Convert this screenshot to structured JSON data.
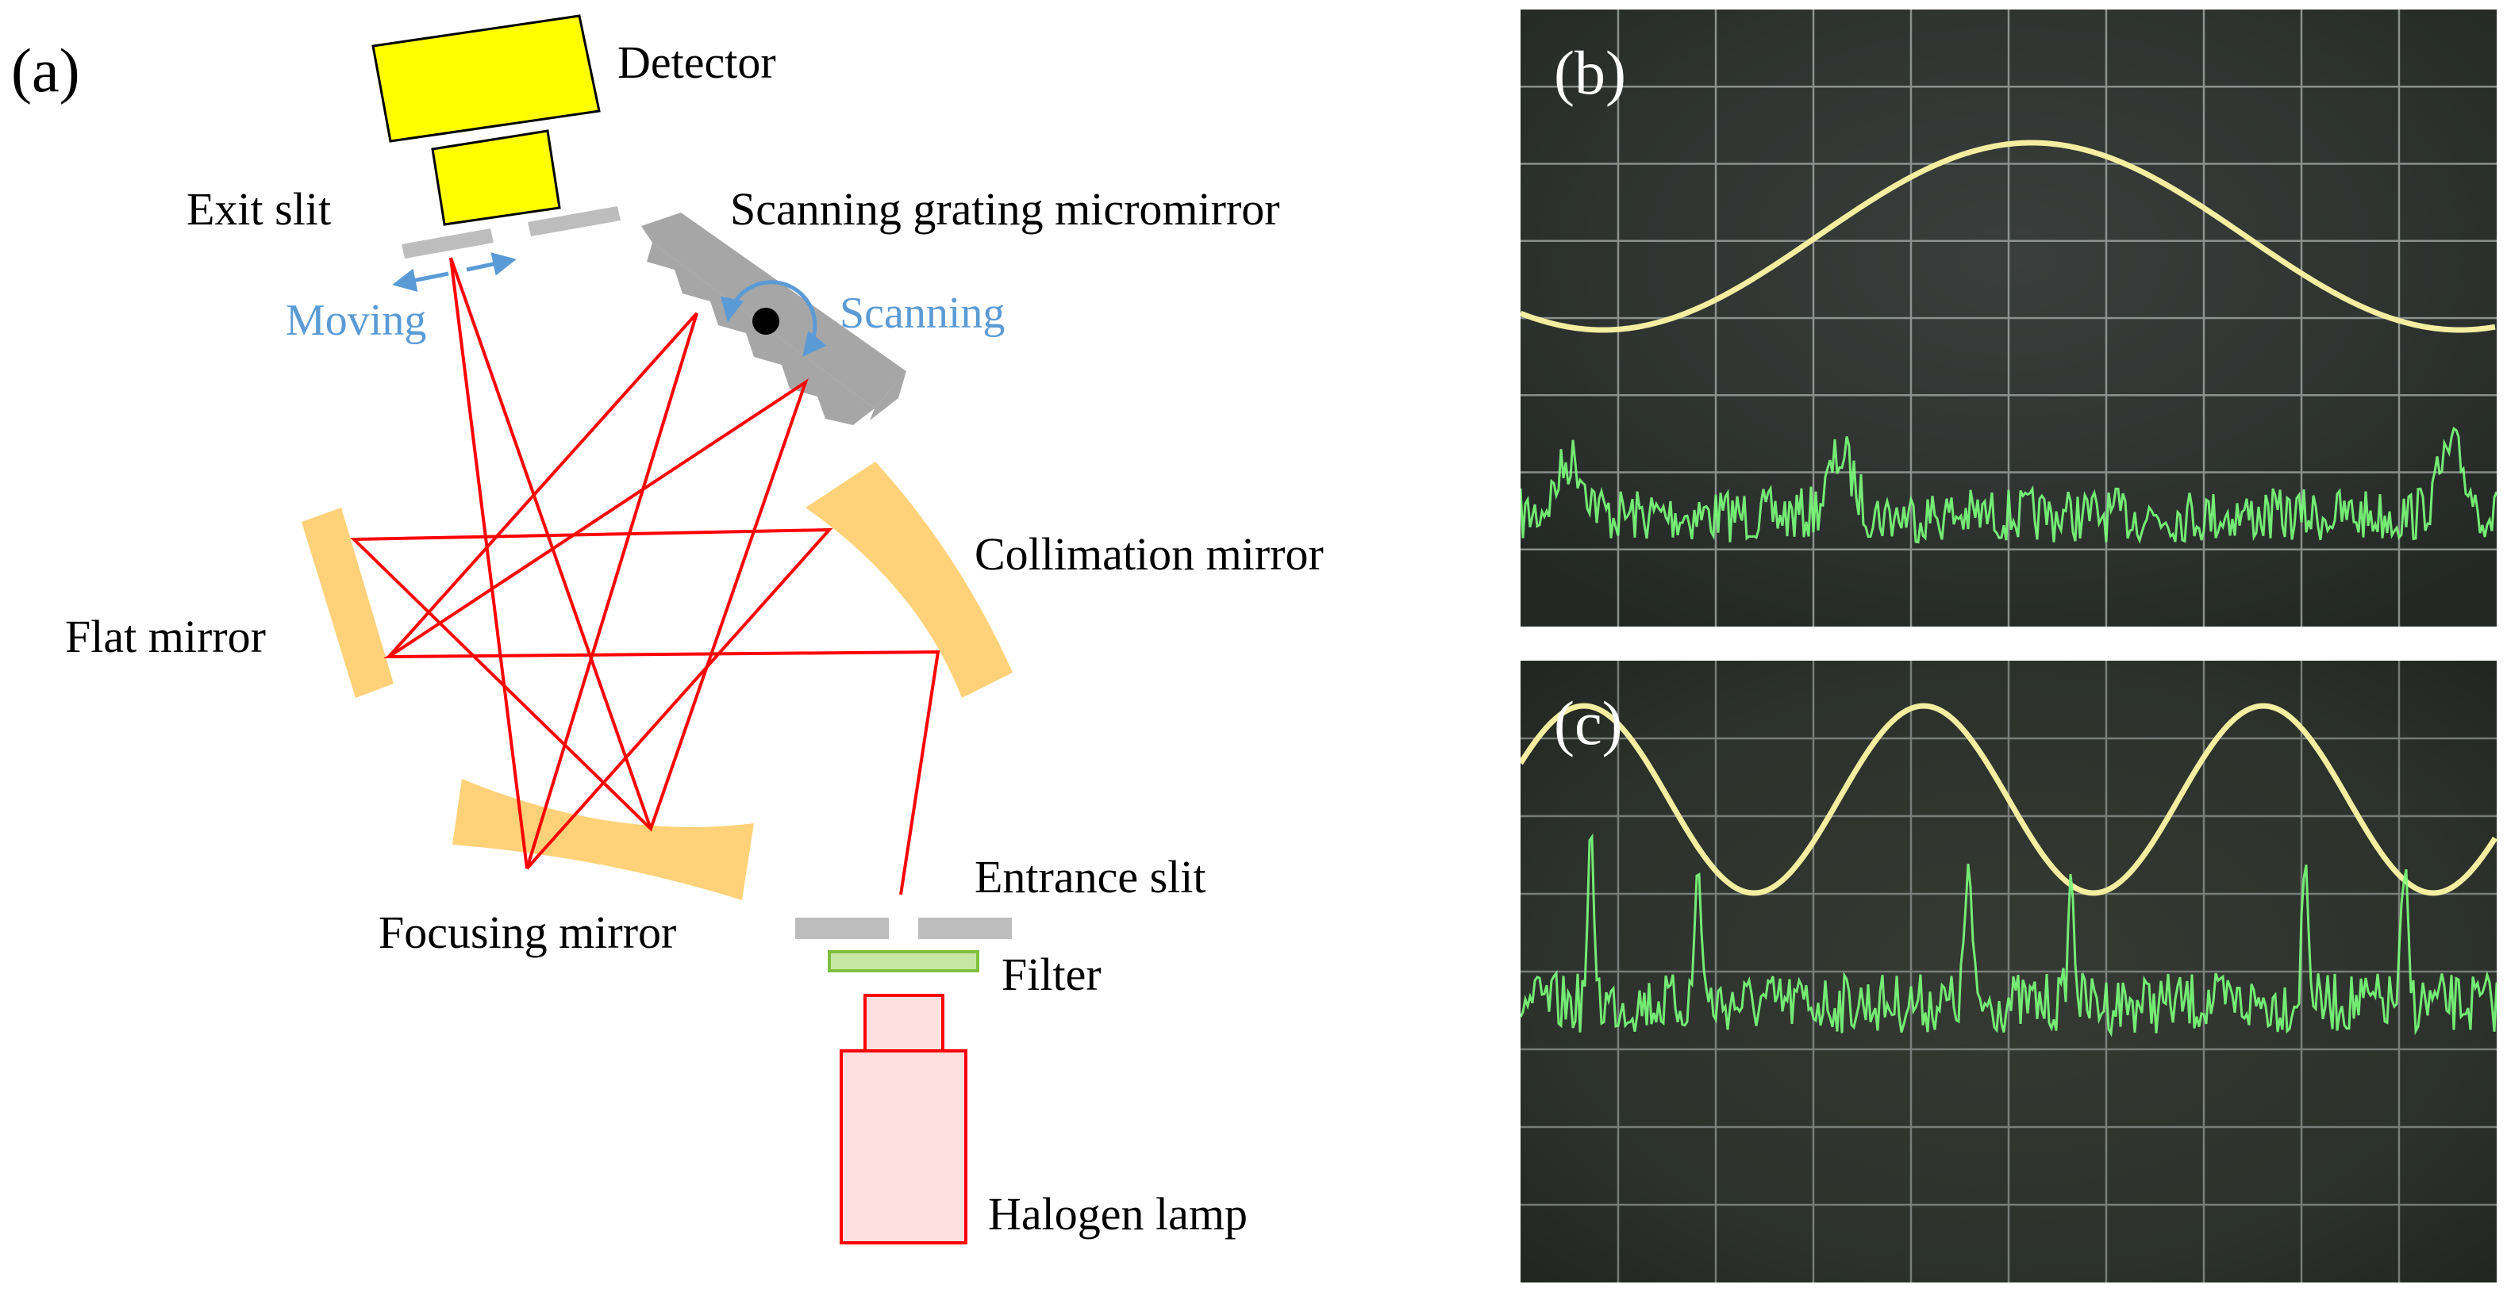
{
  "panel_a": {
    "panel_label": "(a)",
    "labels": {
      "detector": "Detector",
      "exit_slit": "Exit slit",
      "scanning_grating": "Scanning grating micromirror",
      "moving": "Moving",
      "scanning": "Scanning",
      "collimation_mirror": "Collimation mirror",
      "flat_mirror": "Flat mirror",
      "focusing_mirror": "Focusing mirror",
      "entrance_slit": "Entrance slit",
      "filter": "Filter",
      "halogen_lamp": "Halogen lamp"
    }
  },
  "panel_b": {
    "panel_label": "(b)"
  },
  "panel_c": {
    "panel_label": "(c)"
  },
  "colors": {
    "detector": "#ffff00",
    "mirror": "#ffd27a",
    "slit": "#bdbdbd",
    "grating": "#a6a6a6",
    "beam": "#ff0000",
    "filter_fill": "#c6e6a3",
    "filter_stroke": "#7fbf3f",
    "lamp_fill": "#fde0e0",
    "lamp_stroke": "#ff0000",
    "arrow_blue": "#5b9bd5",
    "scope_bg": "#2f342f",
    "scope_grid": "#aab0ad",
    "trace_yellow": "#f3eea0",
    "trace_green": "#7cff7c"
  }
}
